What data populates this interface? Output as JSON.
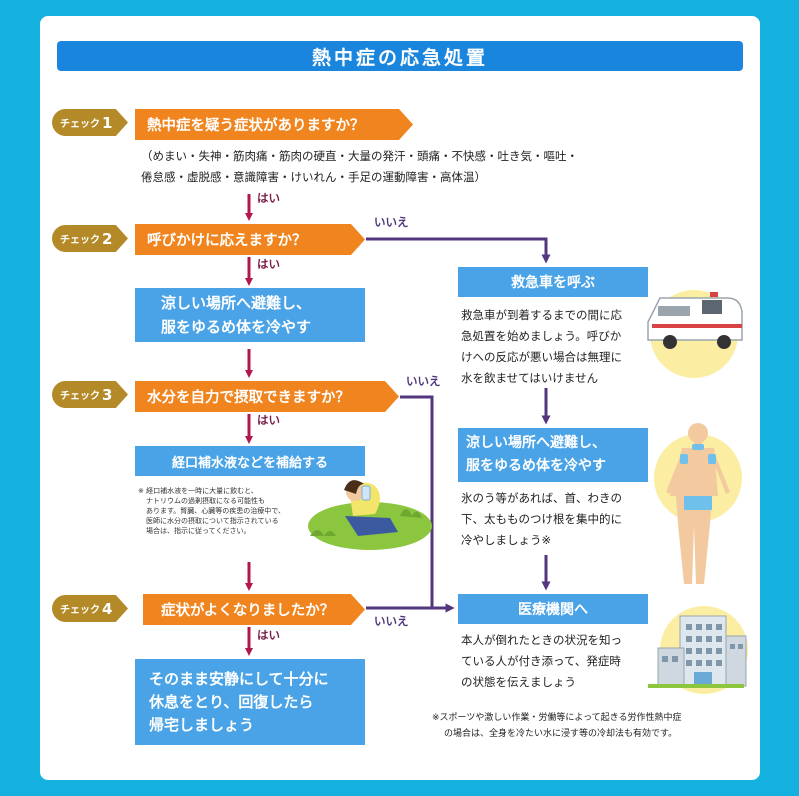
{
  "title": "熱中症の応急処置",
  "checks": [
    {
      "label": "チェック",
      "num": "1",
      "question": "熱中症を疑う症状がありますか？"
    },
    {
      "label": "チェック",
      "num": "2",
      "question": "呼びかけに応えますか？"
    },
    {
      "label": "チェック",
      "num": "3",
      "question": "水分を自力で摂取できますか？"
    },
    {
      "label": "チェック",
      "num": "4",
      "question": "症状がよくなりましたか？"
    }
  ],
  "symptoms_line1": "（めまい・失神・筋肉痛・筋肉の硬直・大量の発汗・頭痛・不快感・吐き気・嘔吐・",
  "symptoms_line2": "倦怠感・虚脱感・意識障害・けいれん・手足の運動障害・高体温）",
  "yes_label": "はい",
  "no_label": "いいえ",
  "left_steps": {
    "cool_line1": "涼しい場所へ避難し、",
    "cool_line2": "服をゆるめ体を冷やす",
    "fluid": "経口補水液などを補給する",
    "fluid_note": [
      "※ 経口補水液を一時に大量に飲むと、",
      "ナトリウムの過剰摂取になる可能性も",
      "あります。腎臓、心臓等の疾患の治療中で、",
      "医師に水分の摂取について指示されている",
      "場合は、指示に従ってください。"
    ],
    "rest_line1": "そのまま安静にして十分に",
    "rest_line2": "休息をとり、回復したら",
    "rest_line3": "帰宅しましょう"
  },
  "right_steps": {
    "ambulance": "救急車を呼ぶ",
    "ambulance_text": [
      "救急車が到着するまでの間に応",
      "急処置を始めましょう。呼びか",
      "けへの反応が悪い場合は無理に",
      "水を飲ませてはいけません"
    ],
    "cool_line1": "涼しい場所へ避難し、",
    "cool_line2": "服をゆるめ体を冷やす",
    "cool_text": [
      "氷のう等があれば、首、わきの",
      "下、太もものつけ根を集中的に",
      "冷やしましょう※"
    ],
    "hospital": "医療機関へ",
    "hospital_text": [
      "本人が倒れたときの状況を知っ",
      "ている人が付き添って、発症時",
      "の状態を伝えましょう"
    ]
  },
  "footnote_line1": "※スポーツや激しい作業・労働等によって起きる労作性熱中症",
  "footnote_line2": "の場合は、全身を冷たい水に浸す等の冷却法も有効です。",
  "colors": {
    "background": "#14b0e0",
    "title": "#1a85dc",
    "question": "#f0841e",
    "check_tag": "#b38a27",
    "action": "#49a3e6",
    "yes_arrow": "#b0174f",
    "no_arrow": "#52377e"
  }
}
